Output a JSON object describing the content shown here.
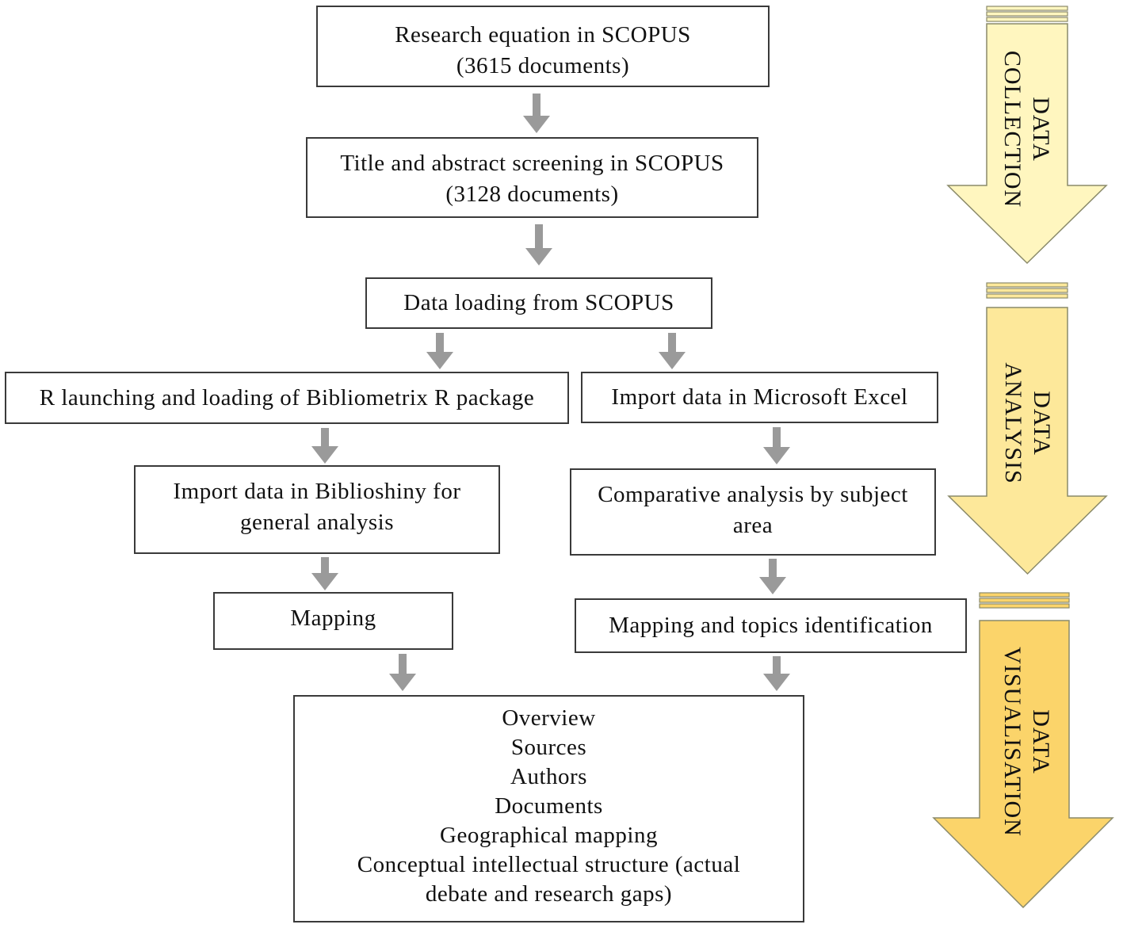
{
  "steps": {
    "research_equation": [
      "Research equation in SCOPUS",
      "(3615 documents)"
    ],
    "screening": [
      "Title and abstract screening in SCOPUS",
      "(3128 documents)"
    ],
    "data_loading": [
      "Data loading from SCOPUS"
    ],
    "r_launching": [
      "R launching and loading of Bibliometrix R package"
    ],
    "import_excel": [
      "Import data in Microsoft Excel"
    ],
    "import_biblioshiny": [
      "Import data in Biblioshiny for",
      "general analysis"
    ],
    "comparative": [
      "Comparative analysis by subject",
      "area"
    ],
    "mapping": [
      "Mapping"
    ],
    "mapping_topics": [
      "Mapping and topics identification"
    ],
    "results": [
      "Overview",
      "Sources",
      "Authors",
      "Documents",
      "Geographical mapping",
      "Conceptual intellectual structure (actual",
      "debate and research gaps)"
    ]
  },
  "phases": {
    "collection": [
      "DATA",
      "COLLECTION"
    ],
    "analysis": [
      "DATA",
      "ANALYSIS"
    ],
    "visualisation": [
      "DATA",
      "VISUALISATION"
    ]
  },
  "colors": {
    "flow_arrow": "#9a9a9a",
    "collection_fill": "#fff6bf",
    "analysis_fill": "#fde89a",
    "visualisation_fill": "#fbd46a",
    "phase_border": "#8a8a6a"
  }
}
